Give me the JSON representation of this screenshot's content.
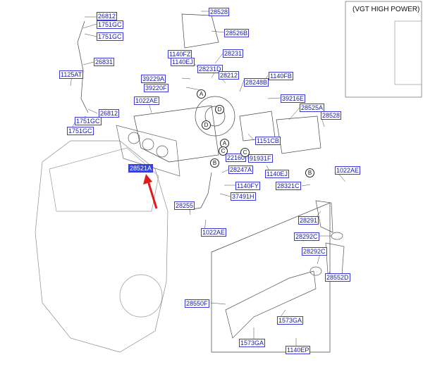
{
  "inset": {
    "title": "(VGT HIGH POWER)"
  },
  "callouts": {
    "c26812a": "26812",
    "c1751gc_a": "1751GC",
    "c1751gc_b": "1751GC",
    "c26831": "26831",
    "c1125at": "1125AT",
    "c26812b": "26812",
    "c1751gc_c": "1751GC",
    "c1751gc_d": "1751GC",
    "c28528": "28528",
    "c28526b": "28526B",
    "c28231": "28231",
    "c1140fz": "1140FZ",
    "c1140ej_a": "1140EJ",
    "c28231d": "28231D",
    "c28212": "28212",
    "c39229a": "39229A",
    "c39220f": "39220F",
    "c28248b": "28248B",
    "c1140fb": "1140FB",
    "c39216e": "39216E",
    "c1022ae_a": "1022AE",
    "c28525a": "28525A",
    "c28528b": "28528",
    "c1151cb": "1151CB",
    "c22160": "22160",
    "c91931f": "91931F",
    "c28521a": "28521A",
    "c28247a": "28247A",
    "c1140ej_b": "1140EJ",
    "c1140fy": "1140FY",
    "c37491h": "37491H",
    "c28255": "28255",
    "c1022ae_b": "1022AE",
    "c1022ae_c": "1022AE",
    "c28321c": "28321C",
    "c28291": "28291",
    "c28292c_a": "28292C",
    "c28292c_b": "28292C",
    "c28552d": "28552D",
    "c28550f": "28550F",
    "c1573ga_a": "1573GA",
    "c1573ga_b": "1573GA",
    "c1140ep": "1140EP"
  },
  "markers": {
    "A1": "A",
    "A2": "A",
    "B1": "B",
    "B2": "B",
    "C1": "C",
    "C2": "C",
    "D1": "D",
    "D2": "D"
  },
  "colors": {
    "callout_border": "#3a3ad8",
    "callout_text": "#1a1aa6",
    "highlight_fill": "#3344dd",
    "arrow": "#e01a1a"
  }
}
